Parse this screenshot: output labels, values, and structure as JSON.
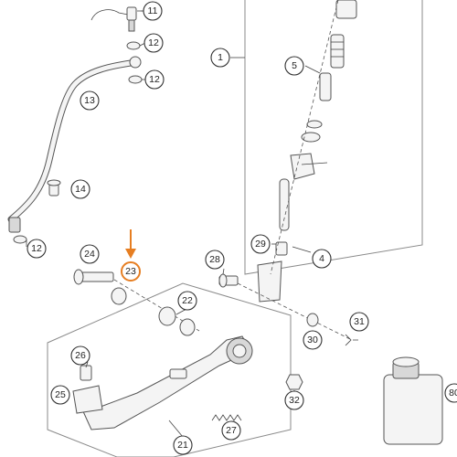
{
  "diagram": {
    "highlight_color": "#e67e22",
    "callouts": [
      {
        "id": "c11",
        "label": "11"
      },
      {
        "id": "c12a",
        "label": "12"
      },
      {
        "id": "c12b",
        "label": "12"
      },
      {
        "id": "c12c",
        "label": "12"
      },
      {
        "id": "c13",
        "label": "13"
      },
      {
        "id": "c14",
        "label": "14"
      },
      {
        "id": "c1",
        "label": "1"
      },
      {
        "id": "c5",
        "label": "5"
      },
      {
        "id": "c29",
        "label": "29"
      },
      {
        "id": "c4",
        "label": "4"
      },
      {
        "id": "c28",
        "label": "28"
      },
      {
        "id": "c24",
        "label": "24"
      },
      {
        "id": "c23",
        "label": "23"
      },
      {
        "id": "c22",
        "label": "22"
      },
      {
        "id": "c26",
        "label": "26"
      },
      {
        "id": "c25",
        "label": "25"
      },
      {
        "id": "c30",
        "label": "30"
      },
      {
        "id": "c31",
        "label": "31"
      },
      {
        "id": "c32",
        "label": "32"
      },
      {
        "id": "c27",
        "label": "27"
      },
      {
        "id": "c21",
        "label": "21"
      },
      {
        "id": "c80",
        "label": "80"
      }
    ]
  }
}
